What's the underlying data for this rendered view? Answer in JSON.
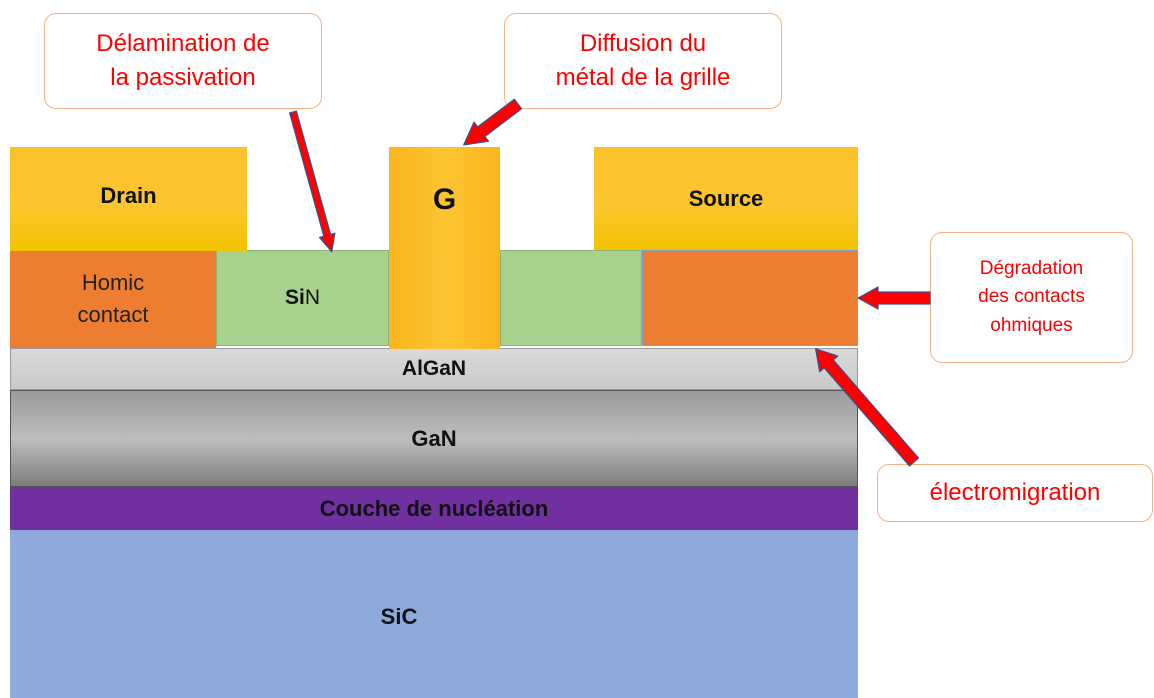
{
  "electrodes": {
    "drain": "Drain",
    "gate": "G",
    "source": "Source"
  },
  "contacts": {
    "ohmic_left_line1": "Homic",
    "ohmic_left_line2": "contact",
    "sin_bold": "Si",
    "sin_regular": "N"
  },
  "layers": {
    "algan": "AlGaN",
    "gan": "GaN",
    "nucleation": "Couche de nucléation",
    "sic": "SiC"
  },
  "callouts": {
    "delamination_line1": "Délamination de",
    "delamination_line2": "la passivation",
    "diffusion_line1": "Diffusion du",
    "diffusion_line2": "métal de la grille",
    "degradation_line1": "Dégradation",
    "degradation_line2": "des contacts",
    "degradation_line3": "ohmiques",
    "electromigration": "électromigration"
  },
  "colors": {
    "electrode": "#fcc22e",
    "ohmic_contact": "#ed7d31",
    "sin": "#a9d18e",
    "algan": "#d9d9d9",
    "gan": "#a6a6a6",
    "nucleation": "#7030a0",
    "sic": "#8eaadb",
    "callout_text": "#ff0000",
    "callout_border": "#f4b183",
    "arrow_fill": "#ff0000",
    "arrow_outline": "#2f5597"
  }
}
